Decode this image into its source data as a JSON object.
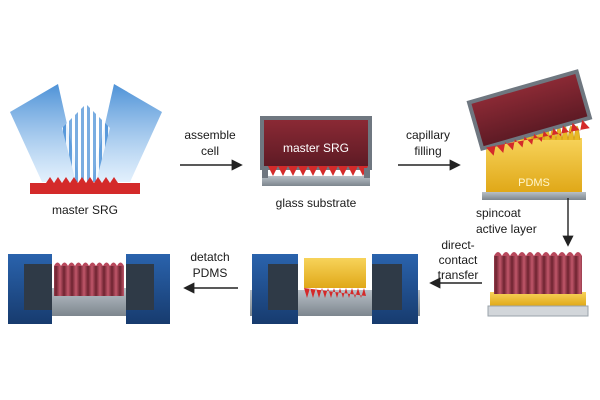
{
  "labels": {
    "step1_caption": "master SRG",
    "arrow1_line1": "assemble",
    "arrow1_line2": "cell",
    "cell_inner": "master SRG",
    "step2_caption": "glass substrate",
    "arrow2_line1": "capillary",
    "arrow2_line2": "filling",
    "pdms_label": "PDMS",
    "arrow3_line1": "spincoat",
    "arrow3_line2": "active layer",
    "arrow4_line1": "direct-",
    "arrow4_line2": "contact",
    "arrow4_line3": "transfer",
    "arrow5_line1": "detatch",
    "arrow5_line2": "PDMS"
  },
  "colors": {
    "laser_blue": "#4a90d9",
    "srg_red": "#d42a2a",
    "srg_dark": "#7a1f2a",
    "glass": "#9aa3ab",
    "pdms_yellow": "#f2c12e",
    "electrode_blue": "#1f4f8f",
    "substrate_gray": "#5a6470",
    "arrow": "#222222"
  }
}
